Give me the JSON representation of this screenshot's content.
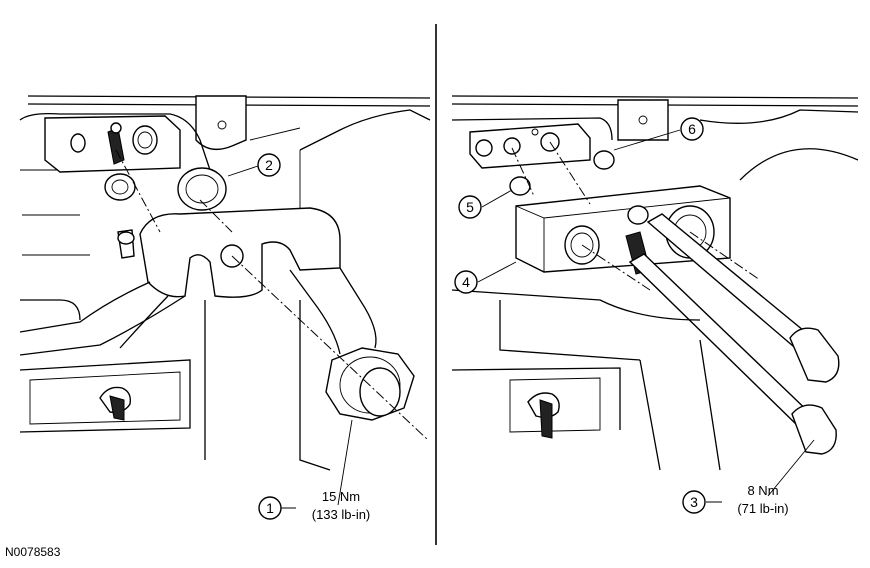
{
  "figure": {
    "figure_id": "N0078583",
    "callouts": [
      {
        "number": "1"
      },
      {
        "number": "2"
      },
      {
        "number": "3"
      },
      {
        "number": "4"
      },
      {
        "number": "5"
      },
      {
        "number": "6"
      }
    ],
    "torque_specs": [
      {
        "metric": "15 Nm",
        "imperial": "(133 lb-in)"
      },
      {
        "metric": "8 Nm",
        "imperial": "(71 lb-in)"
      }
    ]
  }
}
